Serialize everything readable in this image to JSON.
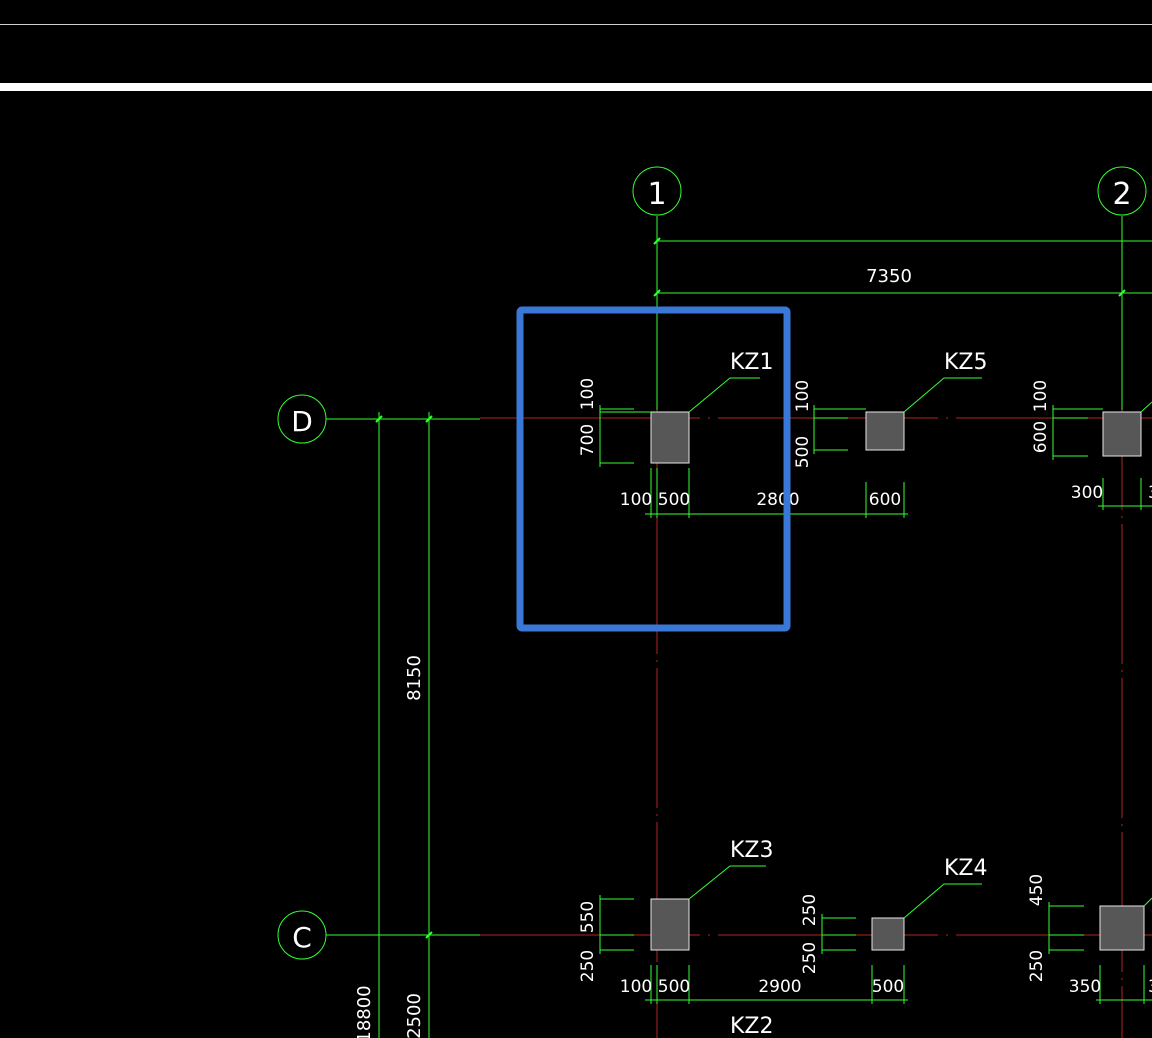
{
  "grid_axes": {
    "vertical": [
      "1",
      "2"
    ],
    "horizontal": [
      "D",
      "C"
    ]
  },
  "dimensions": {
    "bay_1_2": "7350",
    "span_d_c": "8150",
    "overall_vertical": "18800",
    "below_c": "2500"
  },
  "columns": [
    {
      "label": "KZ1",
      "dims": [
        "100",
        "700",
        "100",
        "500",
        "2800"
      ]
    },
    {
      "label": "KZ5",
      "dims": [
        "100",
        "500",
        "600"
      ]
    },
    {
      "label": "",
      "dims": [
        "100",
        "600",
        "300",
        "3"
      ]
    },
    {
      "label": "KZ3",
      "dims": [
        "550",
        "250",
        "100",
        "500",
        "2900"
      ]
    },
    {
      "label": "KZ4",
      "dims": [
        "250",
        "250",
        "500"
      ]
    },
    {
      "label": "",
      "dims": [
        "450",
        "250",
        "350",
        "3"
      ]
    }
  ],
  "beam_label": "KZ2",
  "colors": {
    "background": "#000000",
    "axis_line": "#b22222",
    "dimension_line": "#33ff33",
    "column_fill": "#575757",
    "highlight": "#3a78d8"
  }
}
